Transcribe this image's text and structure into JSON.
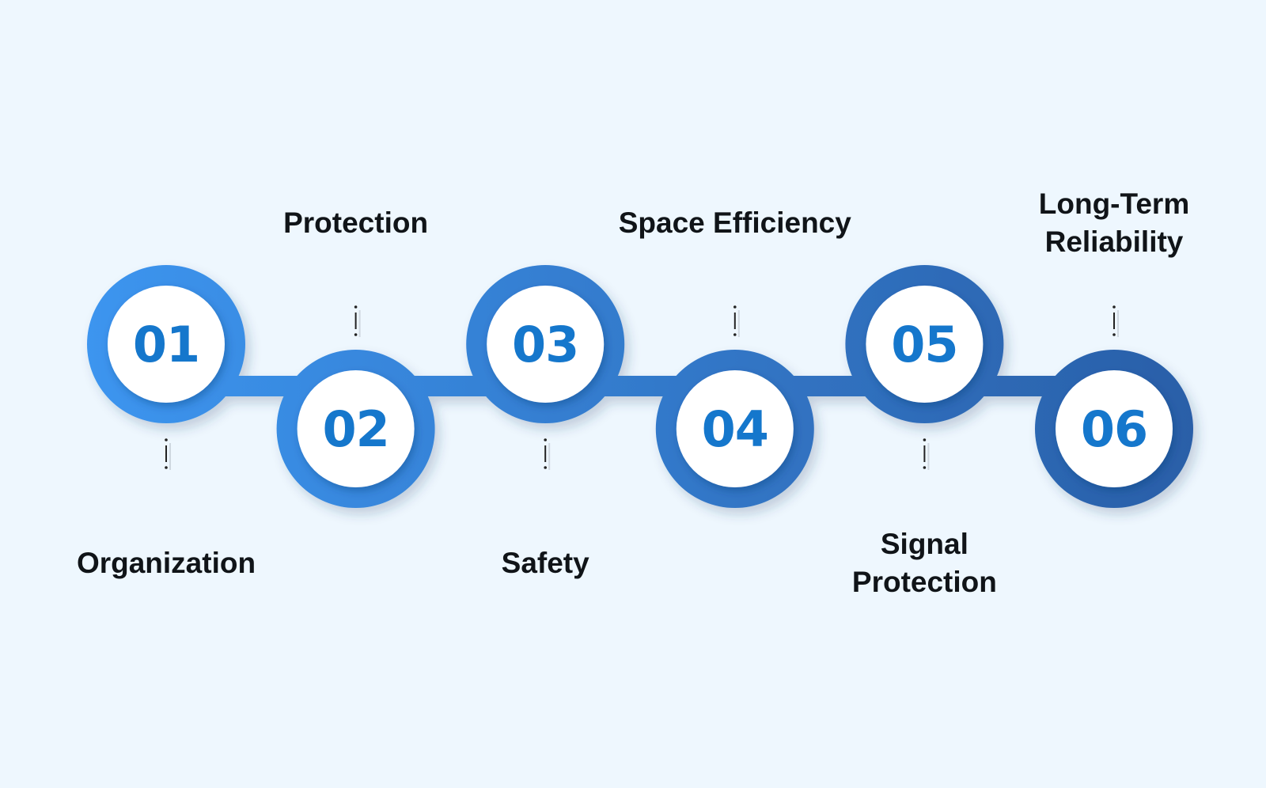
{
  "steps": [
    {
      "number": "01",
      "label": "Organization",
      "position": "bottom"
    },
    {
      "number": "02",
      "label": "Protection",
      "position": "top"
    },
    {
      "number": "03",
      "label": "Safety",
      "position": "bottom"
    },
    {
      "number": "04",
      "label": "Space Efficiency",
      "position": "top"
    },
    {
      "number": "05",
      "label": "Signal\nProtection",
      "position": "bottom"
    },
    {
      "number": "06",
      "label": "Long-Term\nReliability",
      "position": "top"
    }
  ],
  "colors": {
    "background": "#eef7fe",
    "chain_start": "#3c95ef",
    "chain_end": "#2a5fa8",
    "number": "#1577cc",
    "label": "#101418"
  }
}
